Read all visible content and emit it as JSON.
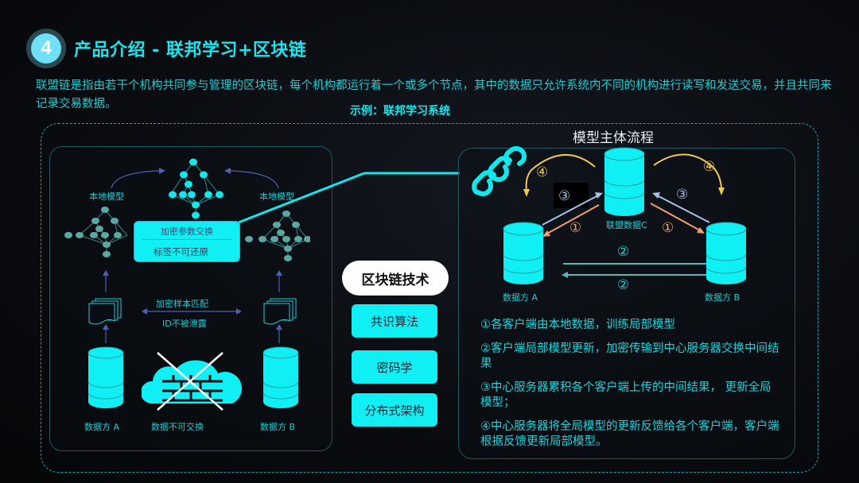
{
  "header": {
    "badge_number": "4",
    "title": "产品介绍 - 联邦学习+区块链",
    "description": "联盟链是指由若干个机构共同参与管理的区块链，每个机构都运行着一个或多个节点，其中的数据只允许系统内不同的机构进行读写和发送交易，并且共同来记录交易数据。",
    "example_label": "示例：联邦学习系统"
  },
  "left_panel": {
    "local_model_left": "本地模型",
    "local_model_right": "本地模型",
    "exchange_box": {
      "line1": "加密参数交换",
      "line2": "标签不可还原"
    },
    "sample_match": "加密样本匹配",
    "id_safe": "ID不被泄露",
    "party_a": "数据方 A",
    "party_b": "数据方 B",
    "no_exchange": "数据不可交换"
  },
  "middle": {
    "pill_label": "区块链技术",
    "buttons": [
      {
        "label": "共识算法"
      },
      {
        "label": "密码学"
      },
      {
        "label": "分布式架构"
      }
    ]
  },
  "right_panel": {
    "title": "模型主体流程",
    "center_node": "联盟数据C",
    "party_a": "数据方 A",
    "party_b": "数据方 B",
    "markers": {
      "one": "①",
      "two": "②",
      "three": "③",
      "four": "④"
    },
    "colors": {
      "step1": "#f0a070",
      "step2": "#5ab8b8",
      "step3": "#a8c0e8",
      "step4": "#f0c850",
      "cylinder": "#10f0f4"
    },
    "steps": [
      {
        "text": "①各客户端由本地数据，训练局部模型"
      },
      {
        "text": "②客户端局部模型更新，加密传输到中心服务器交换中间结果"
      },
      {
        "text": "③中心服务器累积各个客户端上传的中间结果，  更新全局模型；"
      },
      {
        "text": "④中心服务器将全局模型的更新反馈给各个客户端，客户端根据反馈更新局部模型。"
      }
    ]
  }
}
